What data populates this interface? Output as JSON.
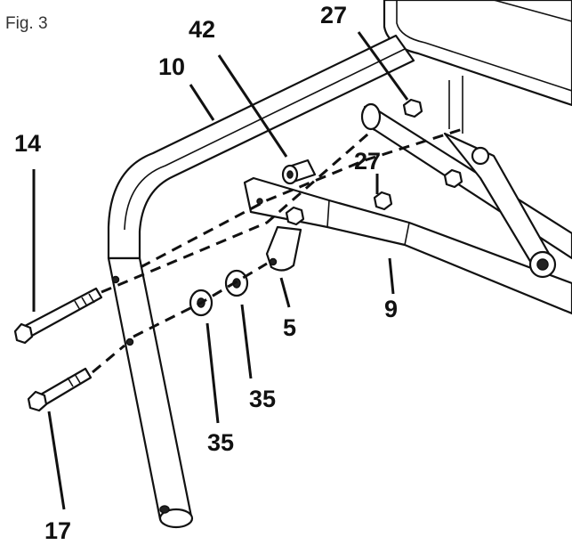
{
  "figure": {
    "label": "Fig. 3"
  },
  "callouts": {
    "c14": "14",
    "c10": "10",
    "c42": "42",
    "c27_top": "27",
    "c27_mid": "27",
    "c9": "9",
    "c5": "5",
    "c35_right": "35",
    "c35_left": "35",
    "c17": "17"
  }
}
